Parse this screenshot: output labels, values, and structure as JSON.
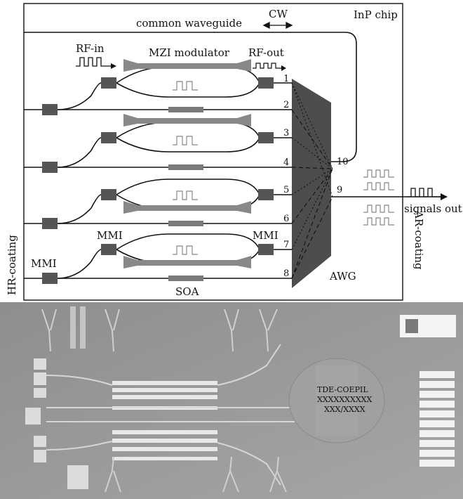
{
  "diagram": {
    "chip_label": "InP chip",
    "common_waveguide_label": "common waveguide",
    "cw_label": "CW",
    "rf_in_label": "RF-in",
    "rf_out_label": "RF-out",
    "mzi_label": "MZI modulator",
    "mmi_label": "MMI",
    "soa_label": "SOA",
    "awg_label": "AWG",
    "hr_coating_label": "HR-coating",
    "ar_coating_label": "AR-coating",
    "signals_out_label": "signals out",
    "port_numbers": [
      "1",
      "2",
      "3",
      "4",
      "5",
      "6",
      "7",
      "8",
      "9",
      "10"
    ]
  },
  "photo": {
    "chip_marking_lines": [
      "TDE-COEPIL",
      "XXXXXXXXXX",
      "XXX/XXXX"
    ]
  },
  "colors": {
    "line": "#111111",
    "component": "#555555",
    "modulator": "#888888",
    "awg": "#4d4d4d",
    "photo_bg": "#9a9a9a"
  }
}
